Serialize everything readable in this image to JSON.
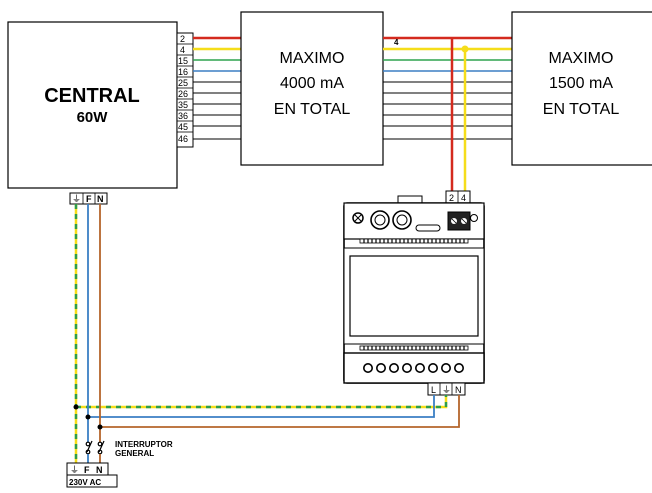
{
  "central": {
    "title": "CENTRAL",
    "power": "60W",
    "terminals": [
      "2",
      "4",
      "15",
      "16",
      "25",
      "26",
      "35",
      "36",
      "45",
      "46"
    ],
    "power_terminals": [
      "⏚",
      "F",
      "N"
    ]
  },
  "box_4000": {
    "line1": "MAXIMO",
    "line2": "4000 mA",
    "line3": "EN TOTAL"
  },
  "box_1500": {
    "line1": "MAXIMO",
    "line2": "1500 mA",
    "line3": "EN TOTAL"
  },
  "wire_label_4": "4",
  "module": {
    "top_terminals": [
      "2",
      "4"
    ],
    "bottom_terminals": [
      "L",
      "⏚",
      "N"
    ]
  },
  "switch": {
    "label_line1": "INTERRUPTOR",
    "label_line2": "GENERAL"
  },
  "mains": {
    "terminals": [
      "⏚",
      "F",
      "N"
    ],
    "label": "230V AC"
  },
  "colors": {
    "red": "#d42a1e",
    "yellow": "#f5dd1a",
    "green": "#2ea44f",
    "blue": "#3b7fc4",
    "brown": "#b5652b",
    "earth_green": "#2e9d4c",
    "black": "#000000"
  }
}
